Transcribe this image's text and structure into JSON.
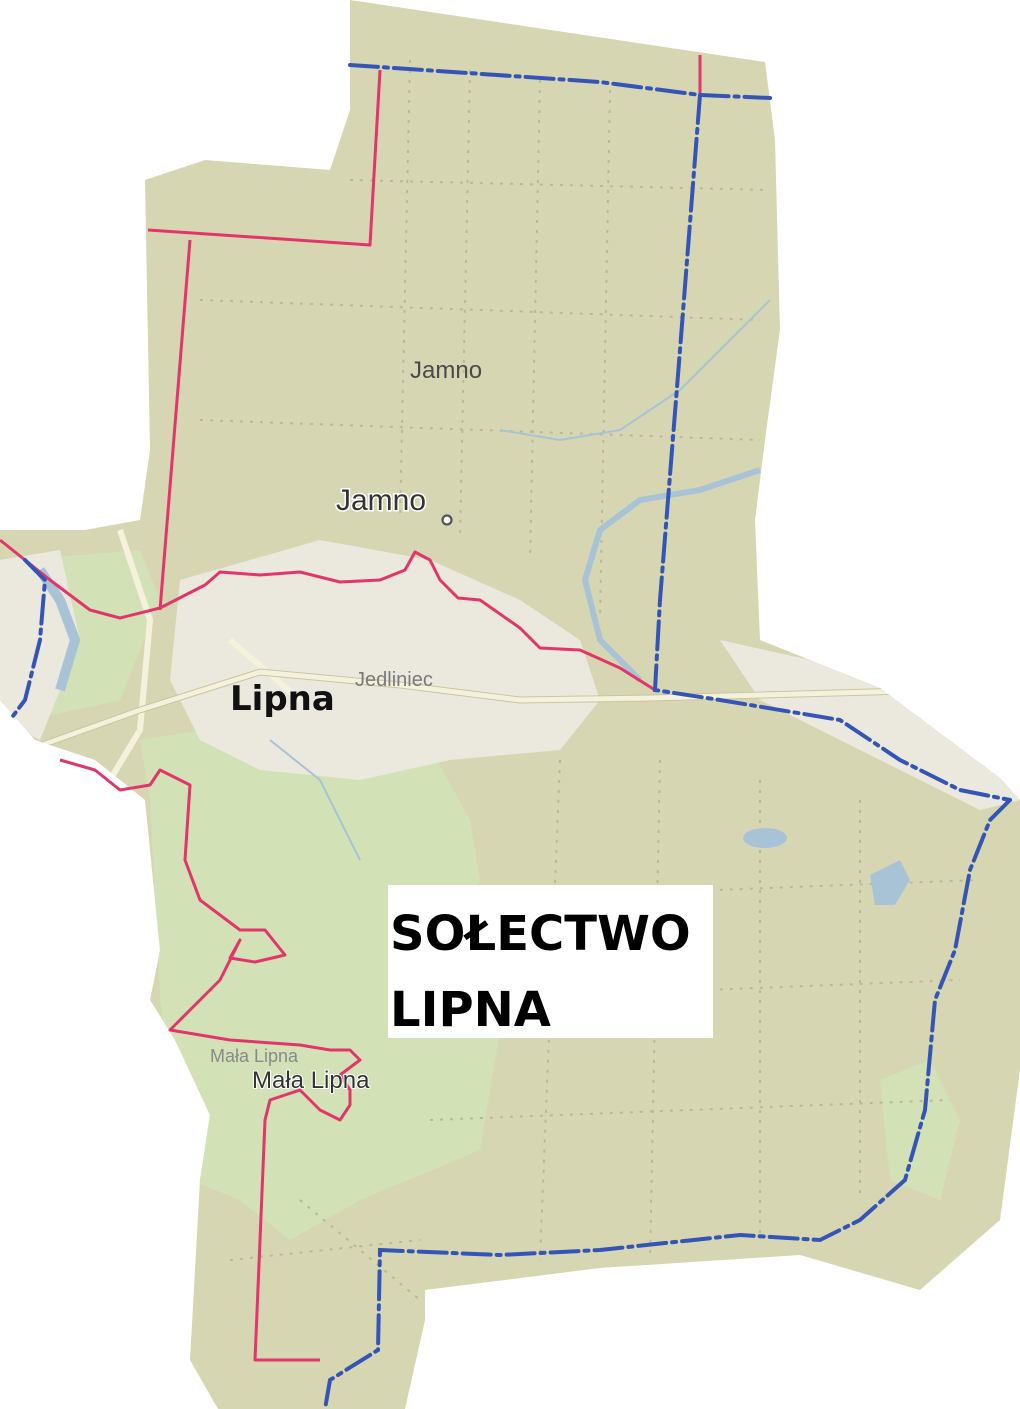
{
  "map": {
    "labels": {
      "jamno_area": "Jamno",
      "jamno_village": "Jamno",
      "jedliniec": "Jedliniec",
      "lipna_bold": "Lipna",
      "mala_lipna_faint": "Mała Lipna",
      "mala_lipna": "Mała Lipna"
    },
    "title": {
      "line1": "SOŁECTWO",
      "line2": "LIPNA"
    },
    "colors": {
      "land": "#d7d6b3",
      "forest": "#d2e2b6",
      "settlement": "#ebe8dd",
      "water": "#a9c3d6",
      "road": "#f4f2da",
      "sołectwo_boundary": "#e2366a",
      "gmina_boundary": "#3555b6"
    }
  }
}
